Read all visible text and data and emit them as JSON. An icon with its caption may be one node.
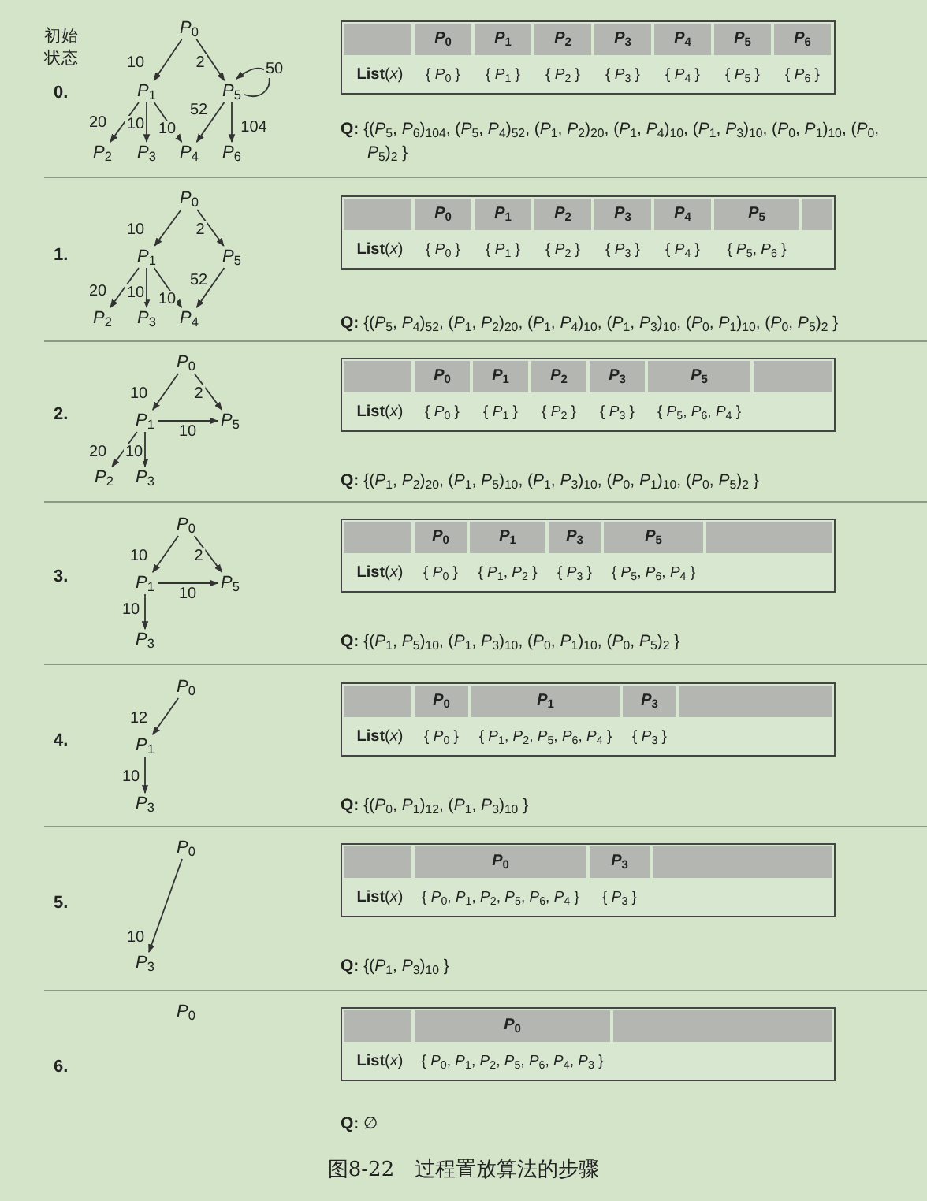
{
  "diagram": {
    "caption": "图8-22　过程置放算法的步骤",
    "nodes": [
      {
        "text": [
          "*P*$_{0}$"
        ]
      },
      {
        "text": [
          "*P*$_{1}$"
        ]
      },
      {
        "text": [
          "*P*$_{5}$"
        ]
      },
      {
        "text": [
          "*P*$_{2}$"
        ]
      },
      {
        "text": [
          "*P*$_{3}$"
        ]
      },
      {
        "text": [
          "*P*$_{4}$"
        ]
      },
      {
        "text": [
          "*P*$_{6}$"
        ]
      },
      {
        "text": [
          "*P*$_{0}$"
        ]
      },
      {
        "text": [
          "*P*$_{1}$"
        ]
      },
      {
        "text": [
          "*P*$_{5}$"
        ]
      },
      {
        "text": [
          "*P*$_{2}$"
        ]
      },
      {
        "text": [
          "*P*$_{3}$"
        ]
      },
      {
        "text": [
          "*P*$_{4}$"
        ]
      },
      {
        "text": [
          "*P*$_{0}$"
        ]
      },
      {
        "text": [
          "*P*$_{1}$"
        ]
      },
      {
        "text": [
          "*P*$_{5}$"
        ]
      },
      {
        "text": [
          "*P*$_{2}$"
        ]
      },
      {
        "text": [
          "*P*$_{3}$"
        ]
      },
      {
        "text": [
          "*P*$_{0}$"
        ]
      },
      {
        "text": [
          "*P*$_{1}$"
        ]
      },
      {
        "text": [
          "*P*$_{5}$"
        ]
      },
      {
        "text": [
          "*P*$_{3}$"
        ]
      },
      {
        "text": [
          "*P*$_{0}$"
        ]
      },
      {
        "text": [
          "*P*$_{1}$"
        ]
      },
      {
        "text": [
          "*P*$_{3}$"
        ]
      },
      {
        "text": [
          "*P*$_{0}$"
        ]
      },
      {
        "text": [
          "*P*$_{3}$"
        ]
      },
      {
        "text": [
          "*P*$_{0}$"
        ]
      }
    ],
    "edges": [
      {
        "from": 0,
        "to": 1,
        "arrow": "to",
        "label": "10"
      },
      {
        "from": 0,
        "to": 2,
        "arrow": "to",
        "label": "2"
      },
      {
        "from": 2,
        "to": 2,
        "arrow": "to",
        "label": "50"
      },
      {
        "from": 1,
        "to": 3,
        "arrow": "to",
        "label": "20"
      },
      {
        "from": 1,
        "to": 4,
        "arrow": "to",
        "label": "10"
      },
      {
        "from": 1,
        "to": 5,
        "arrow": "to",
        "label": "10"
      },
      {
        "from": 2,
        "to": 5,
        "arrow": "to",
        "label": "52"
      },
      {
        "from": 2,
        "to": 6,
        "arrow": "to",
        "label": "104"
      },
      {
        "from": 7,
        "to": 8,
        "arrow": "to",
        "label": "10"
      },
      {
        "from": 7,
        "to": 9,
        "arrow": "to",
        "label": "2"
      },
      {
        "from": 8,
        "to": 10,
        "arrow": "to",
        "label": "20"
      },
      {
        "from": 8,
        "to": 11,
        "arrow": "to",
        "label": "10"
      },
      {
        "from": 8,
        "to": 12,
        "arrow": "to",
        "label": "10"
      },
      {
        "from": 9,
        "to": 12,
        "arrow": "to",
        "label": "52"
      },
      {
        "from": 13,
        "to": 14,
        "arrow": "to",
        "label": "10"
      },
      {
        "from": 13,
        "to": 15,
        "arrow": "to",
        "label": "2"
      },
      {
        "from": 14,
        "to": 15,
        "arrow": "to",
        "label": "10"
      },
      {
        "from": 14,
        "to": 16,
        "arrow": "to",
        "label": "20"
      },
      {
        "from": 14,
        "to": 17,
        "arrow": "to",
        "label": "10"
      },
      {
        "from": 18,
        "to": 19,
        "arrow": "to",
        "label": "10"
      },
      {
        "from": 18,
        "to": 20,
        "arrow": "to",
        "label": "2"
      },
      {
        "from": 19,
        "to": 20,
        "arrow": "to",
        "label": "10"
      },
      {
        "from": 19,
        "to": 21,
        "arrow": "to",
        "label": "10"
      },
      {
        "from": 22,
        "to": 23,
        "arrow": "to",
        "label": "12"
      },
      {
        "from": 23,
        "to": 24,
        "arrow": "to",
        "label": "10"
      },
      {
        "from": 25,
        "to": 26,
        "arrow": "to",
        "label": "10"
      }
    ],
    "labels": [
      "初始状态",
      "0.",
      "*P*$_{0}$",
      "*P*$_{1}$",
      "*P*$_{2}$",
      "*P*$_{3}$",
      "*P*$_{4}$",
      "*P*$_{5}$",
      "*P*$_{6}$",
      "**List**(*x*)",
      "{ *P*$_{0}$ }",
      "{ *P*$_{1}$ }",
      "{ *P*$_{2}$ }",
      "{ *P*$_{3}$ }",
      "{ *P*$_{4}$ }",
      "{ *P*$_{5}$ }",
      "{ *P*$_{6}$ }",
      "**Q:** {(*P*$_{5}$, *P*$_{6}$)$_{104}$, (*P*$_{5}$, *P*$_{4}$)$_{52}$, (*P*$_{1}$, *P*$_{2}$)$_{20}$, (*P*$_{1}$, *P*$_{4}$)$_{10}$, (*P*$_{1}$, *P*$_{3}$)$_{10}$, (*P*$_{0}$, *P*$_{1}$)$_{10}$, (*P*$_{0}$, *P*$_{5}$)$_{2}$ }",
      "1.",
      "*P*$_{0}$",
      "*P*$_{1}$",
      "*P*$_{2}$",
      "*P*$_{3}$",
      "*P*$_{4}$",
      "*P*$_{5}$",
      "**List**(*x*)",
      "{ *P*$_{0}$ }",
      "{ *P*$_{1}$ }",
      "{ *P*$_{2}$ }",
      "{ *P*$_{3}$ }",
      "{ *P*$_{4}$ }",
      "{ *P*$_{5}$, *P*$_{6}$ }",
      "**Q:** {(*P*$_{5}$, *P*$_{4}$)$_{52}$, (*P*$_{1}$, *P*$_{2}$)$_{20}$, (*P*$_{1}$, *P*$_{4}$)$_{10}$, (*P*$_{1}$, *P*$_{3}$)$_{10}$, (*P*$_{0}$, *P*$_{1}$)$_{10}$, (*P*$_{0}$, *P*$_{5}$)$_{2}$ }",
      "2.",
      "*P*$_{0}$",
      "*P*$_{1}$",
      "*P*$_{2}$",
      "*P*$_{3}$",
      "*P*$_{5}$",
      "**List**(*x*)",
      "{ *P*$_{0}$ }",
      "{ *P*$_{1}$ }",
      "{ *P*$_{2}$ }",
      "{ *P*$_{3}$ }",
      "{ *P*$_{5}$, *P*$_{6}$, *P*$_{4}$ }",
      "**Q:** {(*P*$_{1}$, *P*$_{2}$)$_{20}$, (*P*$_{1}$, *P*$_{5}$)$_{10}$, (*P*$_{1}$, *P*$_{3}$)$_{10}$, (*P*$_{0}$, *P*$_{1}$)$_{10}$, (*P*$_{0}$, *P*$_{5}$)$_{2}$ }",
      "3.",
      "*P*$_{0}$",
      "*P*$_{1}$",
      "*P*$_{3}$",
      "*P*$_{5}$",
      "**List**(*x*)",
      "{ *P*$_{0}$ }",
      "{ *P*$_{1}$, *P*$_{2}$ }",
      "{ *P*$_{3}$ }",
      "{ *P*$_{5}$, *P*$_{6}$, *P*$_{4}$ }",
      "**Q:** {(*P*$_{1}$, *P*$_{5}$)$_{10}$, (*P*$_{1}$, *P*$_{3}$)$_{10}$, (*P*$_{0}$, *P*$_{1}$)$_{10}$, (*P*$_{0}$, *P*$_{5}$)$_{2}$ }",
      "4.",
      "*P*$_{0}$",
      "*P*$_{1}$",
      "*P*$_{3}$",
      "**List**(*x*)",
      "{ *P*$_{0}$ }",
      "{ *P*$_{1}$, *P*$_{2}$, *P*$_{5}$, *P*$_{6}$, *P*$_{4}$ }",
      "{ *P*$_{3}$ }",
      "**Q:** {(*P*$_{0}$, *P*$_{1}$)$_{12}$, (*P*$_{1}$, *P*$_{3}$)$_{10}$ }",
      "5.",
      "*P*$_{0}$",
      "*P*$_{3}$",
      "**List**(*x*)",
      "{ *P*$_{0}$, *P*$_{1}$, *P*$_{2}$, *P*$_{5}$, *P*$_{6}$, *P*$_{4}$ }",
      "{ *P*$_{3}$ }",
      "**Q:** {(*P*$_{1}$, *P*$_{3}$)$_{10}$ }",
      "6.",
      "*P*$_{0}$",
      "**List**(*x*)",
      "{ *P*$_{0}$, *P*$_{1}$, *P*$_{2}$, *P*$_{5}$, *P*$_{6}$, *P*$_{4}$, *P*$_{3}$ }",
      "**Q:** ∅"
    ]
  }
}
